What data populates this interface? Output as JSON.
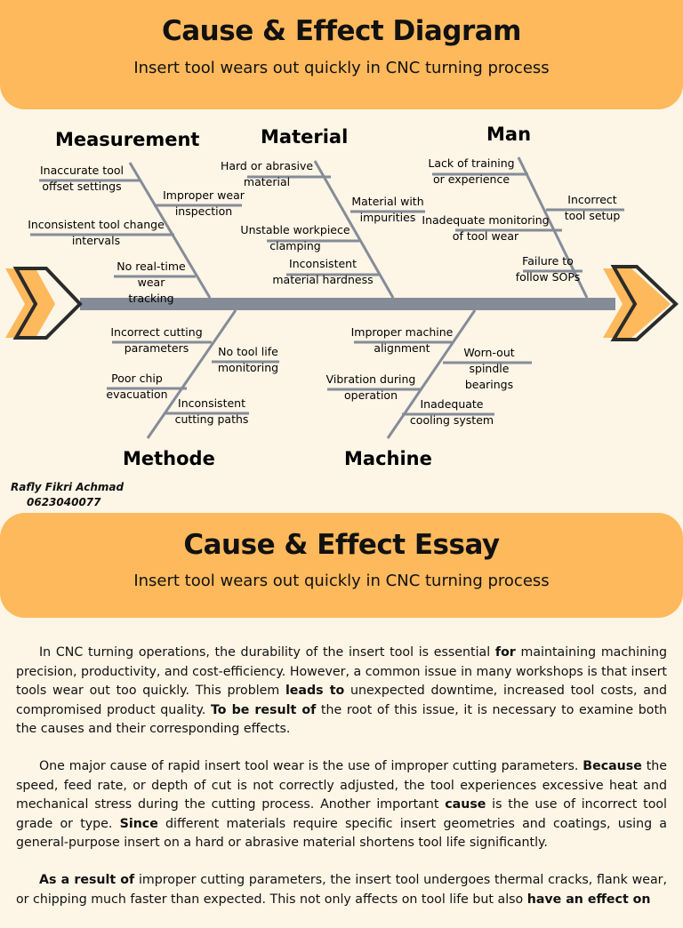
{
  "diagram": {
    "title": "Cause & Effect Diagram",
    "subtitle": "Insert tool wears out quickly in CNC turning process",
    "categories": {
      "measurement": {
        "name": "Measurement",
        "causes": [
          "Inaccurate tool offset settings",
          "Improper wear inspection",
          "Inconsistent tool change intervals",
          "No real-time wear tracking"
        ]
      },
      "material": {
        "name": "Material",
        "causes": [
          "Hard or abrasive material",
          "Material with impurities",
          "Unstable workpiece clamping",
          "Inconsistent material hardness"
        ]
      },
      "man": {
        "name": "Man",
        "causes": [
          "Lack of training or experience",
          "Incorrect tool setup",
          "Inadequate monitoring of tool wear",
          "Failure to follow SOPs"
        ]
      },
      "methode": {
        "name": "Methode",
        "causes": [
          "Incorrect cutting parameters",
          "No tool life monitoring",
          "Poor chip evacuation",
          "Inconsistent cutting paths"
        ]
      },
      "machine": {
        "name": "Machine",
        "causes": [
          "Improper machine alignment",
          "Worn-out spindle bearings",
          "Vibration during operation",
          "Inadequate cooling system"
        ]
      }
    },
    "colors": {
      "banner": "#fdb95c",
      "background": "#fdf5e6",
      "spine": "#858c98",
      "arrow": "#fdb95c",
      "outline": "#2b2b2b"
    }
  },
  "author": {
    "name": "Rafly Fikri Achmad",
    "id": "0623040077"
  },
  "essay": {
    "title": "Cause & Effect Essay",
    "subtitle": "Insert tool wears out quickly in CNC turning process",
    "paragraphs": [
      [
        {
          "t": "In CNC turning operations, the durability of the insert tool is essential "
        },
        {
          "t": "for",
          "b": true
        },
        {
          "t": " maintaining machining precision, productivity, and cost-efficiency. However, a common issue in many workshops is that insert tools wear out too quickly. This problem "
        },
        {
          "t": "leads to",
          "b": true
        },
        {
          "t": " unexpected downtime, increased tool costs, and compromised product quality. "
        },
        {
          "t": "To be result of",
          "b": true
        },
        {
          "t": " the root of this issue, it is necessary to examine both the causes and their corresponding effects."
        }
      ],
      [
        {
          "t": "One major cause of rapid insert tool wear is the use of improper cutting parameters. "
        },
        {
          "t": "Because",
          "b": true
        },
        {
          "t": " the speed, feed rate, or depth of cut is not correctly adjusted, the tool experiences excessive heat and mechanical stress during the cutting process. Another important "
        },
        {
          "t": "cause",
          "b": true
        },
        {
          "t": " is the use of incorrect tool grade or type. "
        },
        {
          "t": "Since",
          "b": true
        },
        {
          "t": " different materials require specific insert geometries and coatings, using a general-purpose insert on a hard or abrasive material shortens tool life significantly."
        }
      ],
      [
        {
          "t": "As a result of",
          "b": true
        },
        {
          "t": " improper cutting parameters, the insert tool undergoes thermal cracks, flank wear, or chipping much faster than expected. This not only affects on tool life but also "
        },
        {
          "t": "have an effect on",
          "b": true
        }
      ]
    ]
  }
}
